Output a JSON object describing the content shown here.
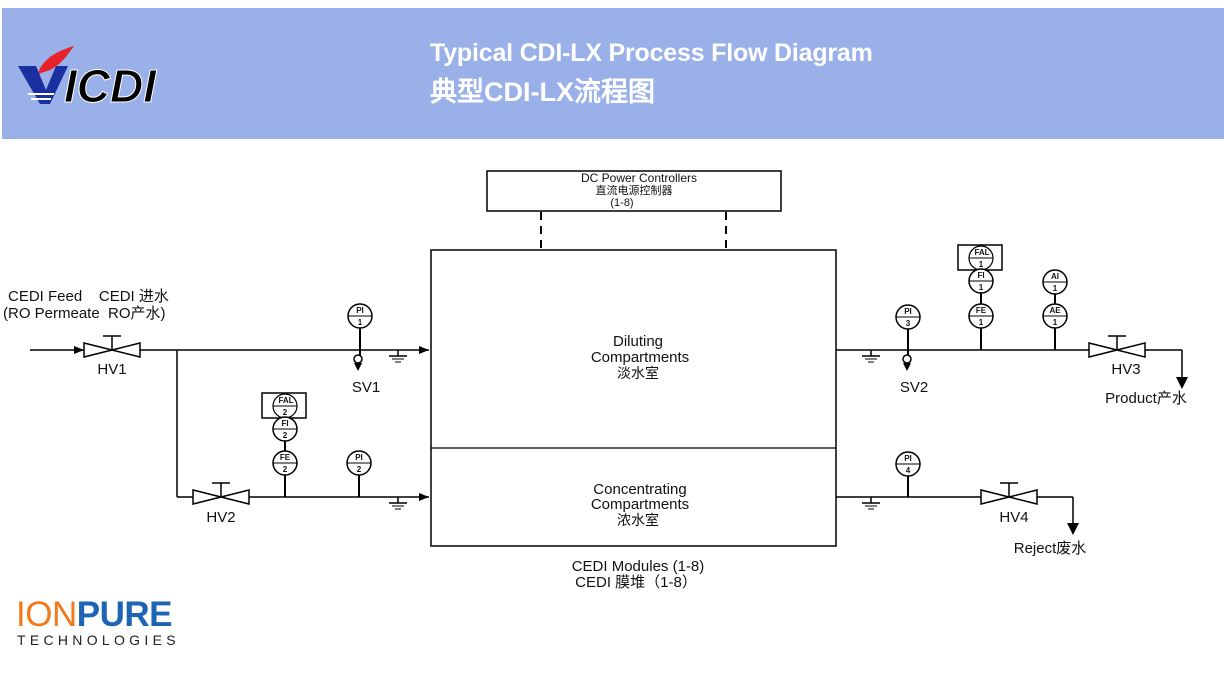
{
  "header": {
    "title_en": "Typical CDI-LX Process Flow Diagram",
    "title_cn": "典型CDI-LX流程图",
    "logo_text": "VICDI",
    "colors": {
      "banner": "#9ab0e8",
      "logo_blue": "#1a2fa0",
      "logo_red": "#e8222a"
    }
  },
  "footer_logo": {
    "part1": "ION",
    "part2": "PURE",
    "subtitle": "TECHNOLOGIES",
    "colors": {
      "orange": "#f07a1c",
      "blue": "#1d64b4"
    }
  },
  "diagram": {
    "power_controller": {
      "line1": "DC Power Controllers",
      "line2": "直流电源控制器",
      "line3": "(1-8)"
    },
    "feed_label": {
      "line1": "CEDI Feed    CEDI 进水",
      "line2": "(RO Permeate  RO产水)"
    },
    "module": {
      "diluting": {
        "line1": "Diluting",
        "line2": "Compartments",
        "line3": "淡水室"
      },
      "concentrating": {
        "line1": "Concentrating",
        "line2": "Compartments",
        "line3": "浓水室"
      },
      "caption1": "CEDI Modules (1-8)",
      "caption2": "CEDI 膜堆（1-8）"
    },
    "valves": {
      "hv1": "HV1",
      "hv2": "HV2",
      "hv3": "HV3",
      "hv4": "HV4",
      "sv1": "SV1",
      "sv2": "SV2"
    },
    "instruments": {
      "pi1": {
        "tag": "PI",
        "num": "1"
      },
      "pi2": {
        "tag": "PI",
        "num": "2"
      },
      "pi3": {
        "tag": "PI",
        "num": "3"
      },
      "pi4": {
        "tag": "PI",
        "num": "4"
      },
      "fal2": {
        "tag": "FAL",
        "num": "2"
      },
      "fi2": {
        "tag": "FI",
        "num": "2"
      },
      "fe2": {
        "tag": "FE",
        "num": "2"
      },
      "fal1": {
        "tag": "FAL",
        "num": "1"
      },
      "fi1": {
        "tag": "FI",
        "num": "1"
      },
      "fe1": {
        "tag": "FE",
        "num": "1"
      },
      "ai1": {
        "tag": "AI",
        "num": "1"
      },
      "ae1": {
        "tag": "AE",
        "num": "1"
      }
    },
    "outlets": {
      "product": "Product产水",
      "reject": "Reject废水"
    }
  }
}
